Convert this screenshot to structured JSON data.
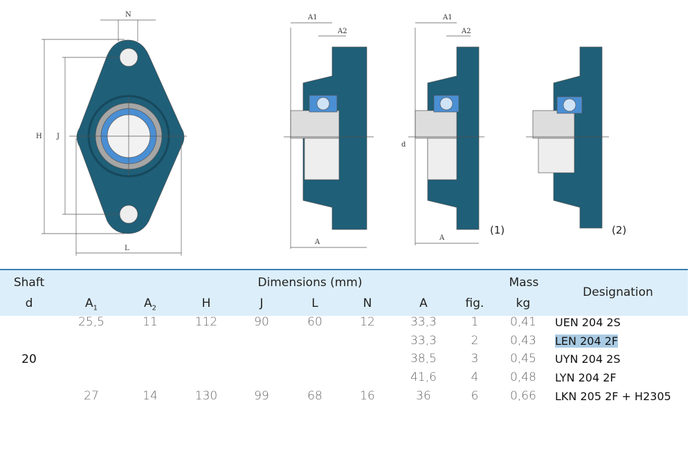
{
  "drawings": {
    "front": {
      "N": "N",
      "H": "H",
      "J": "J",
      "L": "L"
    },
    "side1": {
      "A1": "A1",
      "A2": "A2",
      "A": "A"
    },
    "side2": {
      "A1": "A1",
      "A2": "A2",
      "A": "A",
      "d": "d",
      "fig": "(1)"
    },
    "side3": {
      "fig": "(2)"
    }
  },
  "table": {
    "header_top": {
      "shaft": "Shaft",
      "dimensions": "Dimensions (mm)",
      "mass": "Mass",
      "designation": "Designation"
    },
    "columns": {
      "d": "d",
      "A1": "A",
      "A1_sub": "1",
      "A2": "A",
      "A2_sub": "2",
      "H": "H",
      "J": "J",
      "L": "L",
      "N": "N",
      "A": "A",
      "fig": "fig.",
      "kg": "kg"
    },
    "shaft_d": "20",
    "rows": [
      {
        "A1": "25,5",
        "A2": "11",
        "H": "112",
        "J": "90",
        "L": "60",
        "N": "12",
        "A": "33,3",
        "fig": "1",
        "kg": "0,41",
        "designation": "UEN 204 2S"
      },
      {
        "A1": "",
        "A2": "",
        "H": "",
        "J": "",
        "L": "",
        "N": "",
        "A": "33,3",
        "fig": "2",
        "kg": "0,43",
        "designation": "LEN 204 2F",
        "highlighted": true
      },
      {
        "A1": "",
        "A2": "",
        "H": "",
        "J": "",
        "L": "",
        "N": "",
        "A": "38,5",
        "fig": "3",
        "kg": "0,45",
        "designation": "UYN 204 2S"
      },
      {
        "A1": "",
        "A2": "",
        "H": "",
        "J": "",
        "L": "",
        "N": "",
        "A": "41,6",
        "fig": "4",
        "kg": "0,48",
        "designation": "LYN 204 2F"
      },
      {
        "A1": "27",
        "A2": "14",
        "H": "130",
        "J": "99",
        "L": "68",
        "N": "16",
        "A": "36",
        "fig": "6",
        "kg": "0,66",
        "designation": "LKN 205 2F + H2305"
      }
    ]
  },
  "colors": {
    "housing": "#1f5f78",
    "header_bg": "#dceef9",
    "highlight": "#a9cbe3"
  }
}
